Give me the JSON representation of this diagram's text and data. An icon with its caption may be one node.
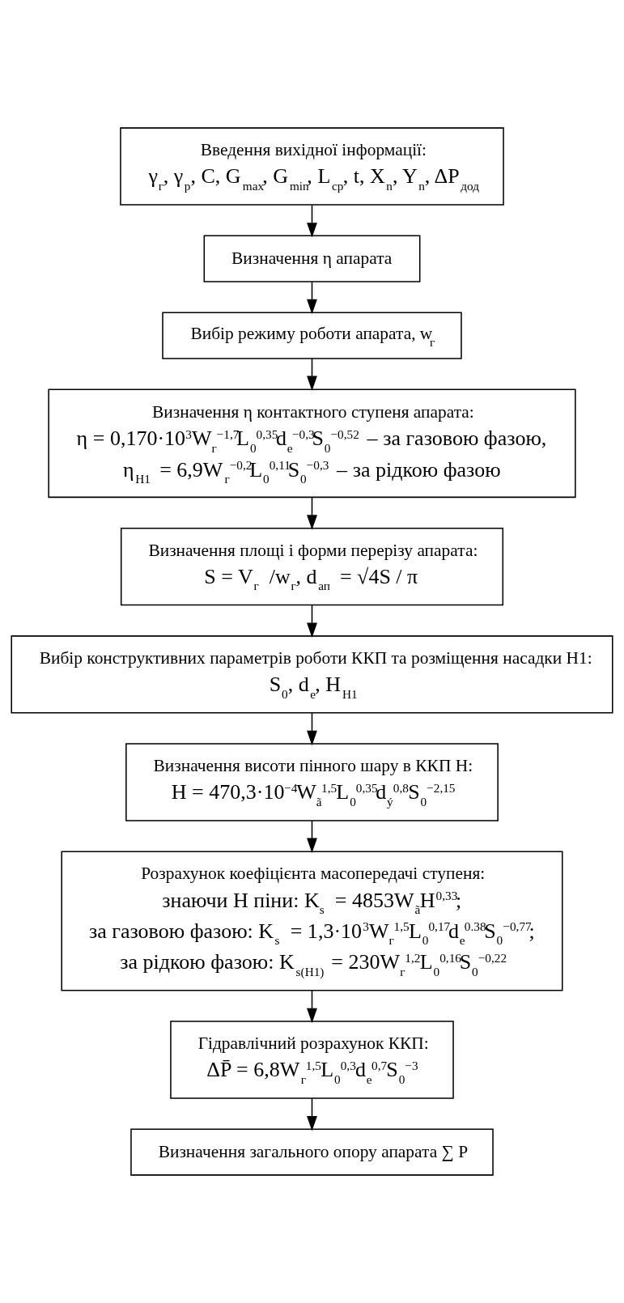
{
  "diagram": {
    "nodes": [
      {
        "text": [
          "Введення вихідної інформації:",
          "γ$_{г}$, γ$_{р}$, C, G$_{max}$, G$_{min}$, L$_{ср}$, t, X$_{n}$, Y$_{n}$, ΔP$_{дод}$"
        ]
      },
      {
        "text": [
          "Визначення η апарата"
        ]
      },
      {
        "text": [
          "Вибір режиму роботи апарата, w$_{г}$"
        ]
      },
      {
        "text": [
          "Визначення η контактного ступеня апарата:",
          "η = 0,170·10$^{3}$W$_{г}$$^{−1,7}$L$_{0}$$^{0,35}$d$_{e}$$^{−0,3}$S$_{0}$$^{−0,52}$ – за газовою фазою,",
          "η$_{H1}$ = 6,9W$_{г}$$^{−0,2}$L$_{0}$$^{0,11}$S$_{0}$$^{−0,3}$ – за рідкою фазою"
        ]
      },
      {
        "text": [
          "Визначення площі і форми перерізу апарата:",
          "S = V$_{г}$ /w$_{г}$, d$_{ап}$ = √4S / π"
        ]
      },
      {
        "text": [
          "Вибір конструктивних параметрів роботи ККП та розміщення насадки Н1:",
          "S$_{0}$, d$_{e}$, H$_{H1}$"
        ]
      },
      {
        "text": [
          "Визначення висоти пінного шару в ККП Н:",
          "H = 470,3·10$^{−4}$W$_{ã}$$^{1,5}$L$_{0}$$^{0,35}$d$_{ý}$$^{0,8}$S$_{0}$$^{−2,15}$"
        ]
      },
      {
        "text": [
          "Розрахунок коефіцієнта масопередачі ступеня:",
          "знаючи Н піни: K$_{s}$ = 4853W$_{ã}$H$^{0,33}$;",
          "за газовою фазою: K$_{s}$ = 1,3·10$^{3}$W$_{г}$$^{1,5}$L$_{0}$$^{0,17}$d$_{e}$$^{0.38}$S$_{0}$$^{−0,77}$;",
          "за рідкою фазою: K$_{s(H1)}$ = 230W$_{г}$$^{1,2}$L$_{0}$$^{0,16}$S$_{0}$$^{−0,22}$"
        ]
      },
      {
        "text": [
          "Гідравлічний розрахунок ККП:",
          "ΔP̄ = 6,8W$_{г}$$^{1,5}$L$_{0}$$^{0,3}$d$_{e}$$^{0,7}$S$_{0}$$^{−3}$"
        ]
      },
      {
        "text": [
          "Визначення загального опору апарата ∑ P"
        ]
      }
    ],
    "edges": [
      {
        "from": 0,
        "to": 1,
        "arrow": "to"
      },
      {
        "from": 1,
        "to": 2,
        "arrow": "to"
      },
      {
        "from": 2,
        "to": 3,
        "arrow": "to"
      },
      {
        "from": 3,
        "to": 4,
        "arrow": "to"
      },
      {
        "from": 4,
        "to": 5,
        "arrow": "to"
      },
      {
        "from": 5,
        "to": 6,
        "arrow": "to"
      },
      {
        "from": 6,
        "to": 7,
        "arrow": "to"
      },
      {
        "from": 7,
        "to": 8,
        "arrow": "to"
      },
      {
        "from": 8,
        "to": 9,
        "arrow": "to"
      }
    ]
  }
}
